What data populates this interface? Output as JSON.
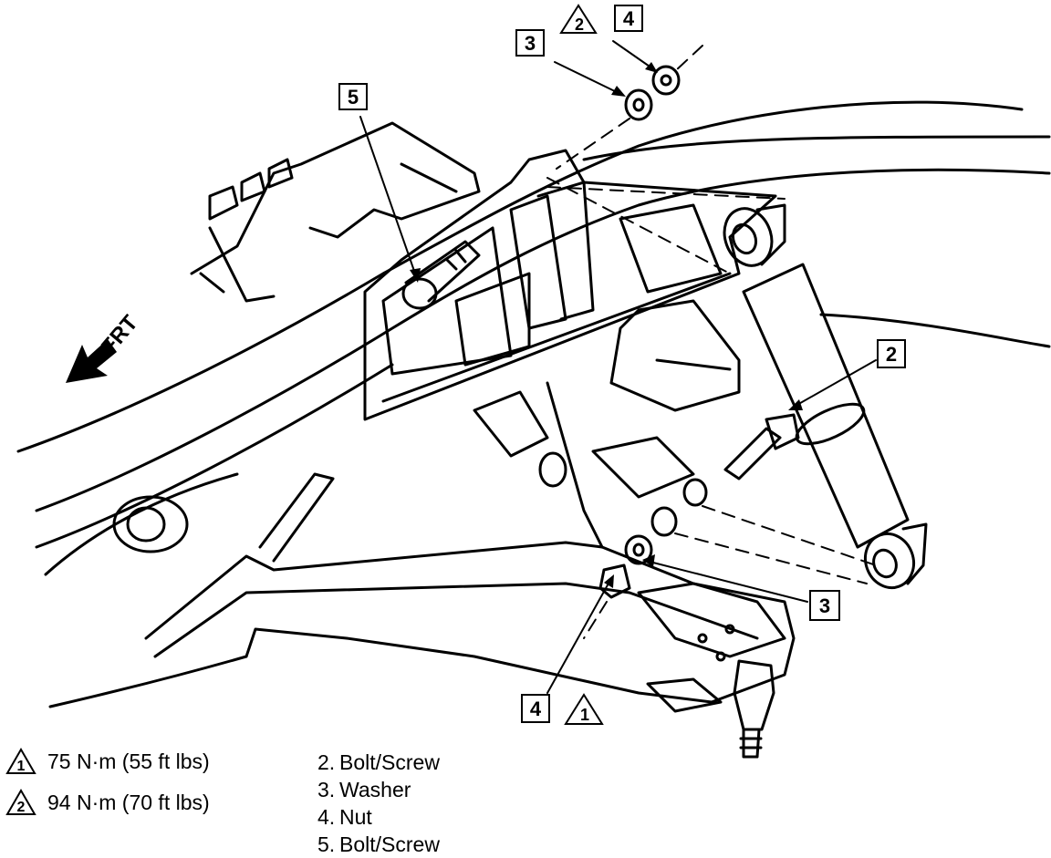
{
  "direction": {
    "label": "FRT"
  },
  "callouts": {
    "c2": "2",
    "c3_top": "3",
    "c3_low": "3",
    "c4_top": "4",
    "c4_low": "4",
    "c5": "5",
    "t2_top": "2",
    "t1_low": "1"
  },
  "torque_specs": [
    {
      "marker": "1",
      "text": "75 N·m (55 ft lbs)"
    },
    {
      "marker": "2",
      "text": "94 N·m (70 ft lbs)"
    }
  ],
  "parts": [
    {
      "num": "2.",
      "name": "Bolt/Screw"
    },
    {
      "num": "3.",
      "name": "Washer"
    },
    {
      "num": "4.",
      "name": "Nut"
    },
    {
      "num": "5.",
      "name": "Bolt/Screw"
    }
  ],
  "icons": [
    "torque-triangle-icon",
    "front-arrow-icon"
  ]
}
